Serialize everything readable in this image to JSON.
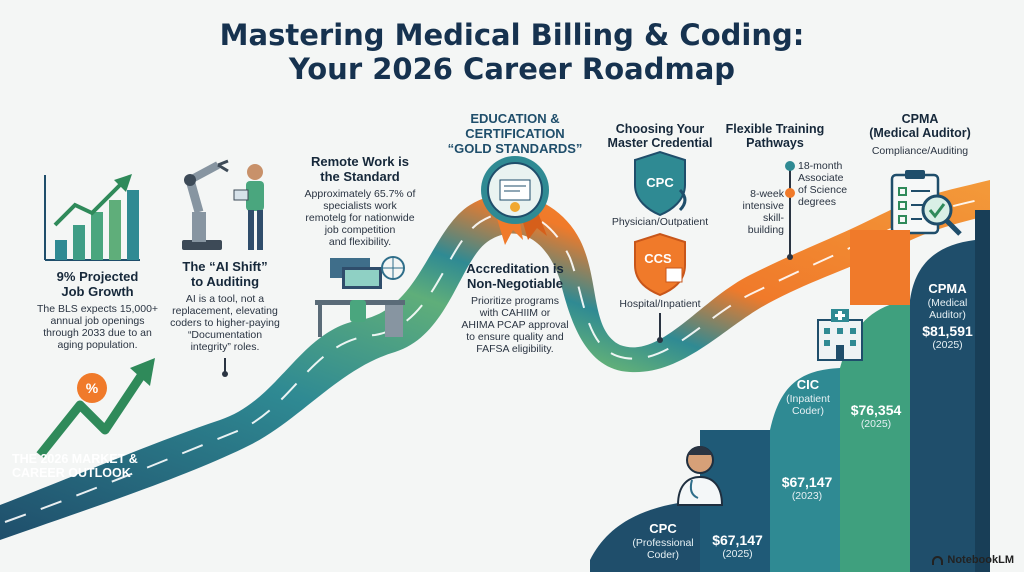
{
  "title": {
    "line1": "Mastering Medical Billing & Coding:",
    "line2": "Your 2026 Career Roadmap"
  },
  "market": {
    "label_line1": "THE 2026 MARKET &",
    "label_line2": "CAREER OUTLOOK",
    "badge": "%"
  },
  "job_growth": {
    "heading_line1": "9% Projected",
    "heading_line2": "Job Growth",
    "body_line1": "The BLS expects 15,000+",
    "body_line2": "annual job openings",
    "body_line3": "through 2033 due to an",
    "body_line4": "aging population."
  },
  "ai_shift": {
    "heading_line1": "The “AI Shift”",
    "heading_line2": "to Auditing",
    "body_line1": "AI is a tool, not a",
    "body_line2": "replacement, elevating",
    "body_line3": "coders to higher-paying",
    "body_line4": "“Documentation",
    "body_line5": "integrity” roles."
  },
  "remote": {
    "heading_line1": "Remote Work is",
    "heading_line2": "the Standard",
    "body_line1": "Approximately 65.7% of",
    "body_line2": "specialists work",
    "body_line3": "remotelg for nationwide",
    "body_line4": "job competition",
    "body_line5": "and flexibility."
  },
  "education": {
    "heading_line1": "EDUCATION &",
    "heading_line2": "CERTIFICATION",
    "heading_line3": "“GOLD STANDARDS”"
  },
  "accreditation": {
    "heading_line1": "Accreditation is",
    "heading_line2": "Non-Negotiable",
    "body_line1": "Prioritize programs",
    "body_line2": "with CAHIIM or",
    "body_line3": "AHIMA PCAP approval",
    "body_line4": "to ensure quality and",
    "body_line5": "FAFSA eligibility."
  },
  "credential": {
    "heading_line1": "Choosing Your",
    "heading_line2": "Master Credential",
    "cpc_badge": "CPC",
    "cpc_caption": "Physician/Outpatient",
    "ccs_badge": "CCS",
    "ccs_caption": "Hospital/Inpatient"
  },
  "training": {
    "heading_line1": "Flexible Training",
    "heading_line2": "Pathways",
    "opt1_line1": "18-month",
    "opt1_line2": "Associate",
    "opt1_line3": "of Science",
    "opt1_line4": "degrees",
    "opt2_line1": "8-week",
    "opt2_line2": "intensive",
    "opt2_line3": "skill-",
    "opt2_line4": "building"
  },
  "cpma_top": {
    "heading_line1": "CPMA",
    "heading_line2": "(Medical Auditor)",
    "caption": "Compliance/Auditing"
  },
  "salary_steps": [
    {
      "name": "CPC",
      "sub1": "(Professional",
      "sub2": "Coder)",
      "price": "$67,147",
      "year": "(2025)"
    },
    {
      "name": "",
      "sub1": "",
      "sub2": "",
      "price": "$67,147",
      "year": "(2023)"
    },
    {
      "name": "CIC",
      "sub1": "(Inpatient",
      "sub2": "Coder)",
      "price": "$76,354",
      "year": "(2025)"
    },
    {
      "name": "CPMA",
      "sub1": "(Medical",
      "sub2": "Auditor)",
      "price": "$81,591",
      "year": "(2025)"
    }
  ],
  "brand": "NotebookLM",
  "colors": {
    "navy": "#1f4e6b",
    "teal": "#2f8a93",
    "green": "#5fae7a",
    "orange": "#f07a2a",
    "title": "#16324f"
  },
  "icons": [
    "growth-bar-chart-icon",
    "robot-arm-icon",
    "person-with-tablet-icon",
    "remote-desk-icon",
    "certificate-seal-icon",
    "cpc-shield-icon",
    "ccs-hospital-shield-icon",
    "audit-clipboard-icon",
    "hospital-building-icon",
    "doctor-avatar-icon",
    "percent-badge-icon"
  ]
}
